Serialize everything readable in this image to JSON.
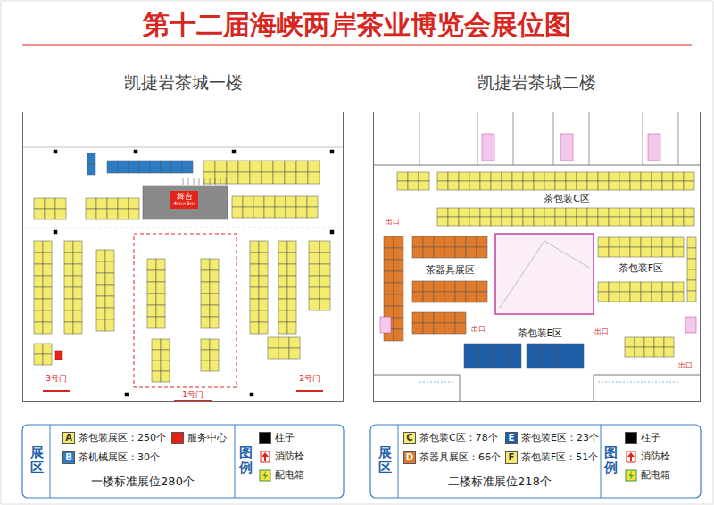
{
  "diagram": {
    "title": "第十二届海峡两岸茶业博览会展位图",
    "nodes": [
      {
        "text": [
          "凯捷岩茶城一楼"
        ]
      },
      {
        "text": [
          "凯捷岩茶城二楼"
        ]
      },
      {
        "text": [
          "舞台",
          "4m×9m"
        ],
        "in": 0
      }
    ],
    "labels": [
      "A",
      "B",
      "C",
      "D",
      "E",
      "F",
      "展区",
      "图例",
      "一楼标准展位280个",
      "展区",
      "图例",
      "二楼标准展位218个",
      "3号门",
      "1号门",
      "2号门",
      "茶包装C区",
      "茶器具展区",
      "茶包装F区",
      "茶包装E区",
      "出口",
      "出口",
      "出口",
      "出口"
    ],
    "legend": [
      {
        "text": "茶包装展区：250个",
        "color": "#f3ec6e"
      },
      {
        "text": "茶机械展区：30个",
        "color": "#2b7cc4"
      },
      {
        "text": "服务中心",
        "color": "#e3231a"
      },
      {
        "text": "柱子",
        "color": "#000000"
      },
      {
        "text": "消防栓"
      },
      {
        "text": "配电箱"
      },
      {
        "text": "茶包装C区：78个",
        "color": "#f3ec6e"
      },
      {
        "text": "茶器具展区：66个",
        "color": "#e07b2c"
      },
      {
        "text": "茶包装E区：23个",
        "color": "#1f5fa8"
      },
      {
        "text": "茶包装F区：51个",
        "color": "#f3ec6e"
      },
      {
        "text": "柱子",
        "color": "#000000"
      },
      {
        "text": "消防栓"
      },
      {
        "text": "配电箱"
      }
    ]
  }
}
